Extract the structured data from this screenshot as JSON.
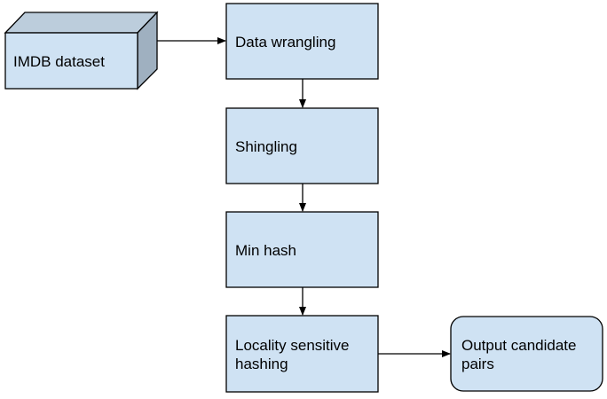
{
  "colors": {
    "box_fill": "#cfe2f3",
    "box_side": "#9fb0c0",
    "box_top": "#bccddc",
    "stroke": "#000000",
    "background": "#ffffff"
  },
  "nodes": {
    "imdb_dataset": {
      "label": "IMDB dataset"
    },
    "data_wrangling": {
      "label": "Data wrangling"
    },
    "shingling": {
      "label": "Shingling"
    },
    "min_hash": {
      "label": "Min hash"
    },
    "lsh": {
      "line1": "Locality sensitive",
      "line2": "hashing"
    },
    "output": {
      "line1": "Output candidate",
      "line2": "pairs"
    }
  }
}
